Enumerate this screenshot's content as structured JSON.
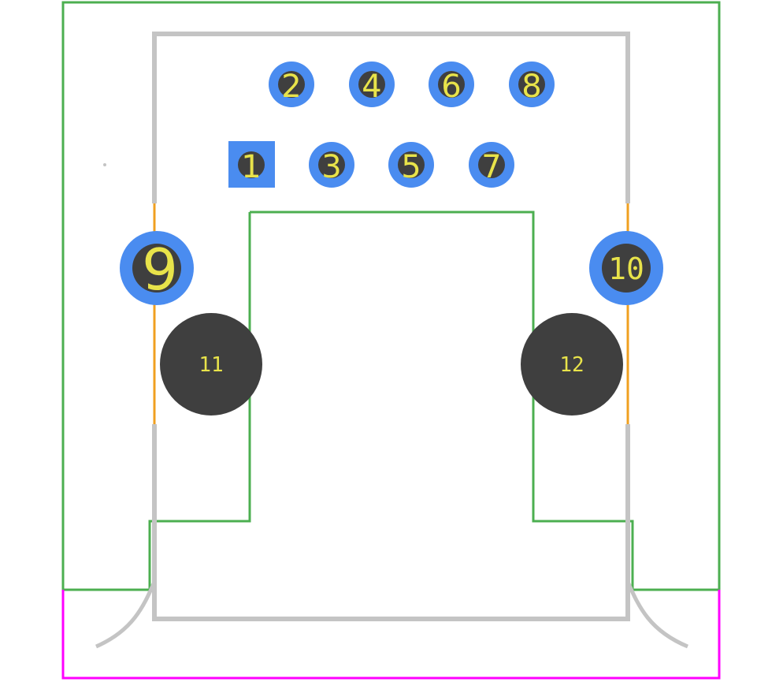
{
  "colors": {
    "background": "#ffffff",
    "courtyard": "#4caf50",
    "silkscreen": "#c4c4c4",
    "keepout": "#ff00ff",
    "copper_pad": "#4a8cf0",
    "drill": "#3f3f3f",
    "label": "#e8e34a",
    "fab_line": "#f0a020"
  },
  "pads": [
    {
      "number": "1"
    },
    {
      "number": "2"
    },
    {
      "number": "3"
    },
    {
      "number": "4"
    },
    {
      "number": "5"
    },
    {
      "number": "6"
    },
    {
      "number": "7"
    },
    {
      "number": "8"
    },
    {
      "number": "9"
    },
    {
      "number": "10"
    },
    {
      "number": "11"
    },
    {
      "number": "12"
    }
  ]
}
